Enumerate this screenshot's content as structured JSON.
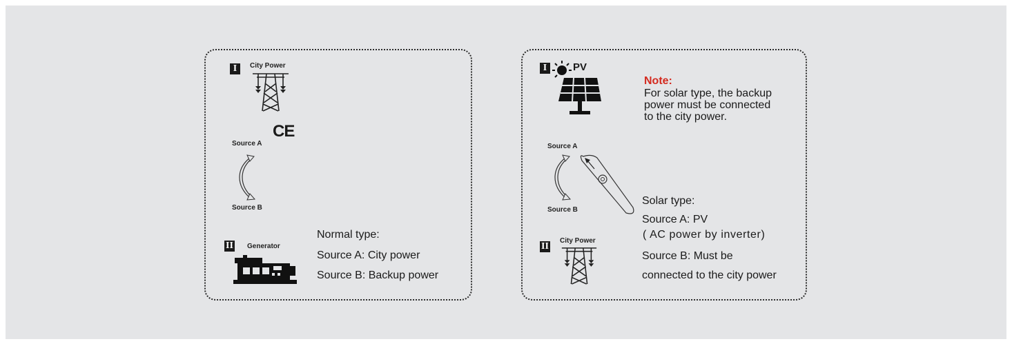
{
  "left_panel": {
    "roman_1": "I",
    "city_power_label": "City Power",
    "ce_mark": "CE",
    "source_a": "Source A",
    "source_b": "Source B",
    "roman_2": "II",
    "generator_label": "Generator",
    "normal_type": "Normal type:",
    "line_a": "Source A: City power",
    "line_b": "Source B: Backup power"
  },
  "right_panel": {
    "roman_1": "I",
    "pv_label": "PV",
    "note_title": "Note:",
    "note_line1": "For solar type, the backup",
    "note_line2": "power must be connected",
    "note_line3": "to the city power.",
    "source_a": "Source A",
    "source_b": "Source B",
    "roman_2": "II",
    "city_power_label": "City Power",
    "solar_type": "Solar type:",
    "line_a": "Source A: PV",
    "line_a_sub": "( AC power by inverter)",
    "line_b1": "Source B: Must be",
    "line_b2": "connected to the city power"
  }
}
